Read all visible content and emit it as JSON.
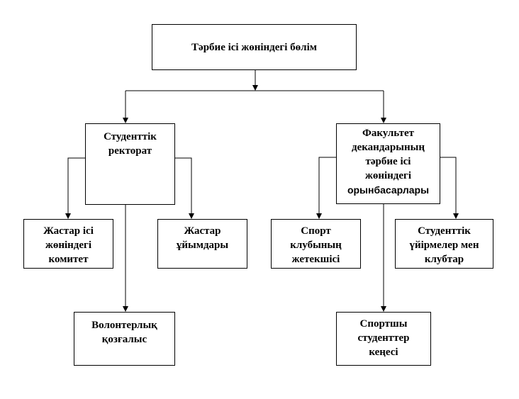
{
  "nodes": {
    "root": {
      "lines": [
        "Тәрбие ісі жөніндегі бөлім"
      ]
    },
    "rectorate": {
      "lines": [
        "Студенттік",
        "ректорат"
      ]
    },
    "faculty": {
      "lines": [
        "Факультет",
        "декандарының",
        "тәрбие ісі",
        "жөніндегі"
      ],
      "last_line": "орынбасарлары"
    },
    "youth_committee": {
      "lines": [
        "Жастар ісі",
        "жөніндегі",
        "комитет"
      ]
    },
    "youth_orgs": {
      "lines": [
        "Жастар",
        "ұйымдары"
      ]
    },
    "sport_club_head": {
      "lines": [
        "Спорт",
        "клубының",
        "жетекшісі"
      ]
    },
    "student_clubs": {
      "lines": [
        "Студенттік",
        "үйірмелер мен",
        "клубтар"
      ]
    },
    "volunteer": {
      "lines": [
        "Волонтерлық",
        "қозғалыс"
      ]
    },
    "athlete_council": {
      "lines": [
        "Спортшы",
        "студенттер",
        "кеңесі"
      ]
    }
  },
  "colors": {
    "stroke": "#000000",
    "box_fill": "#ffffff"
  }
}
